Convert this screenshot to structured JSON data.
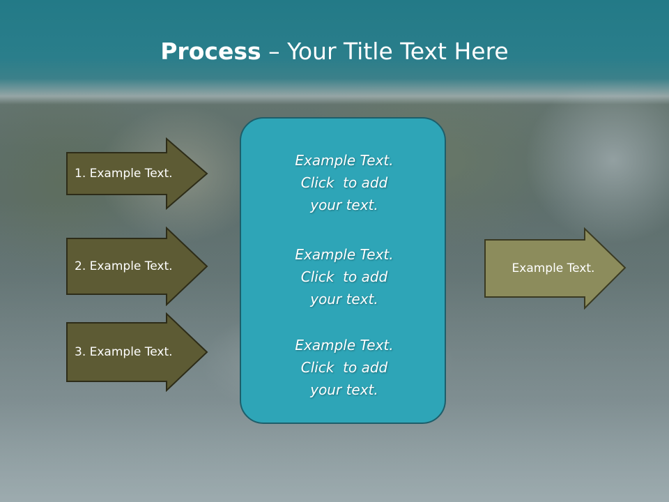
{
  "slide": {
    "title_strong": "Process",
    "title_rest": " – Your Title Text Here"
  },
  "inputs": [
    {
      "label": "1. Example Text."
    },
    {
      "label": "2. Example Text."
    },
    {
      "label": "3. Example Text."
    }
  ],
  "center": {
    "blocks": [
      {
        "lines": [
          "Example Text.",
          "Click  to add",
          "your text."
        ]
      },
      {
        "lines": [
          "Example Text.",
          "Click  to add",
          "your text."
        ]
      },
      {
        "lines": [
          "Example Text.",
          "Click  to add",
          "your text."
        ]
      }
    ]
  },
  "output": {
    "label": "Example Text."
  },
  "colors": {
    "title_bar": "#237a87",
    "input_arrow_fill": "#5d5b34",
    "output_arrow_fill": "#8c8c5c",
    "center_fill": "#2ea5b7",
    "center_border": "#1d5e6a"
  }
}
